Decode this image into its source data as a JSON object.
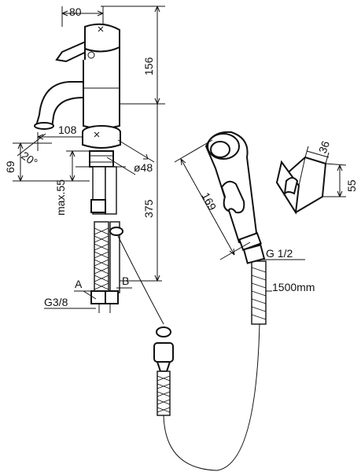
{
  "dimensions": {
    "handle_width": "80",
    "body_height": "156",
    "spout_reach": "108",
    "spout_angle": "20°",
    "spout_height": "69",
    "deck_thickness": "max.55",
    "base_diameter": "ø48",
    "hose_length_tap": "375",
    "shower_length": "169",
    "holder_depth": "36",
    "holder_height": "55"
  },
  "labels": {
    "connector_a": "A",
    "connector_b": "B",
    "thread_tap": "G3/8",
    "thread_shower": "G 1/2",
    "shower_hose_length": "1500mm"
  }
}
